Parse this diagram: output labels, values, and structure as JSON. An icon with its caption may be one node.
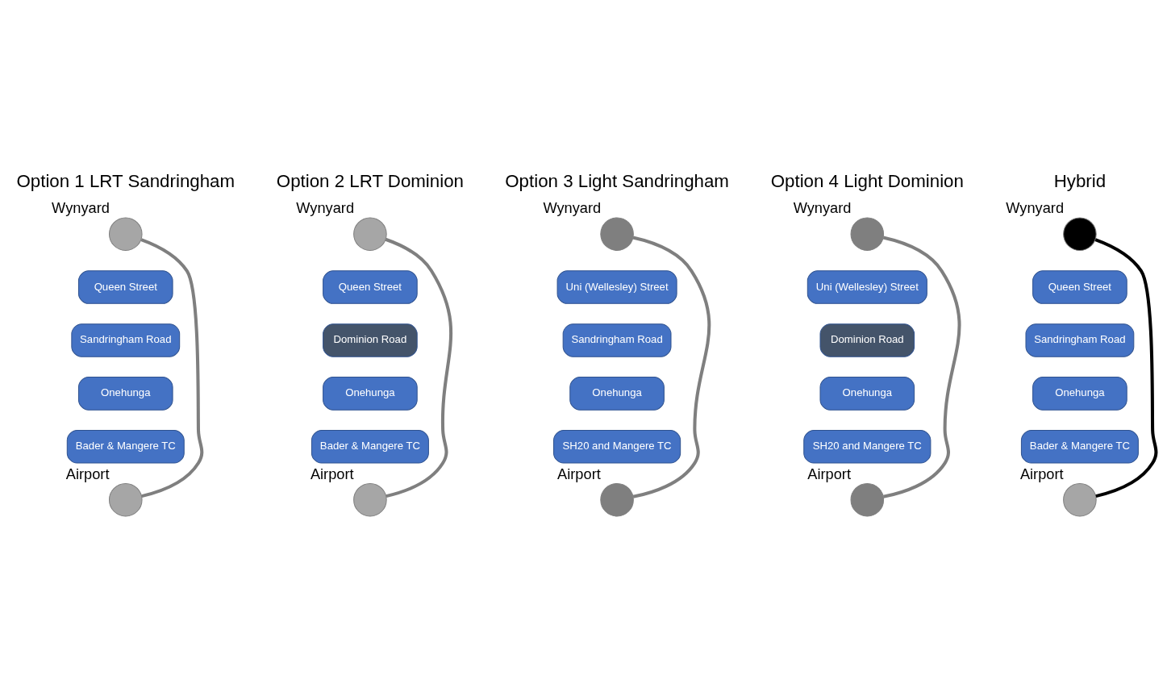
{
  "diagram": {
    "nodes": [
      {
        "text": [],
        "shape": "circle",
        "beside": [
          "Wynyard"
        ]
      },
      {
        "text": [
          "Queen Street"
        ]
      },
      {
        "text": [
          "Sandringham Road"
        ]
      },
      {
        "text": [
          "Onehunga"
        ]
      },
      {
        "text": [
          "Bader & Mangere TC"
        ]
      },
      {
        "text": [],
        "shape": "circle",
        "beside": [
          "Airport"
        ]
      },
      {
        "text": [],
        "shape": "circle",
        "beside": [
          "Wynyard"
        ]
      },
      {
        "text": [
          "Queen Street"
        ]
      },
      {
        "text": [
          "Dominion Road"
        ]
      },
      {
        "text": [
          "Onehunga"
        ]
      },
      {
        "text": [
          "Bader & Mangere TC"
        ]
      },
      {
        "text": [],
        "shape": "circle",
        "beside": [
          "Airport"
        ]
      },
      {
        "text": [],
        "shape": "circle",
        "beside": [
          "Wynyard"
        ]
      },
      {
        "text": [
          "Uni (Wellesley) Street"
        ]
      },
      {
        "text": [
          "Sandringham Road"
        ]
      },
      {
        "text": [
          "Onehunga"
        ]
      },
      {
        "text": [
          "SH20 and Mangere TC"
        ]
      },
      {
        "text": [],
        "shape": "circle",
        "beside": [
          "Airport"
        ]
      },
      {
        "text": [],
        "shape": "circle",
        "beside": [
          "Wynyard"
        ]
      },
      {
        "text": [
          "Uni (Wellesley) Street"
        ]
      },
      {
        "text": [
          "Dominion Road"
        ]
      },
      {
        "text": [
          "Onehunga"
        ]
      },
      {
        "text": [
          "SH20 and Mangere TC"
        ]
      },
      {
        "text": [],
        "shape": "circle",
        "beside": [
          "Airport"
        ]
      },
      {
        "text": [],
        "shape": "circle",
        "beside": [
          "Wynyard"
        ]
      },
      {
        "text": [
          "Queen Street"
        ]
      },
      {
        "text": [
          "Sandringham Road"
        ]
      },
      {
        "text": [
          "Onehunga"
        ]
      },
      {
        "text": [
          "Bader & Mangere TC"
        ]
      },
      {
        "text": [],
        "shape": "circle",
        "beside": [
          "Airport"
        ]
      }
    ],
    "edges": [
      {
        "from": 0,
        "to": 5,
        "arrow": "none"
      },
      {
        "from": 6,
        "to": 11,
        "arrow": "none"
      },
      {
        "from": 12,
        "to": 17,
        "arrow": "none"
      },
      {
        "from": 18,
        "to": 23,
        "arrow": "none"
      },
      {
        "from": 24,
        "to": 29,
        "arrow": "none",
        "color": "#000000"
      }
    ],
    "labels": [
      "Option 1 LRT Sandringham",
      "Option 2 LRT Dominion",
      "Option 3 Light Sandringham",
      "Option 4 Light Dominion",
      "Hybrid"
    ]
  }
}
